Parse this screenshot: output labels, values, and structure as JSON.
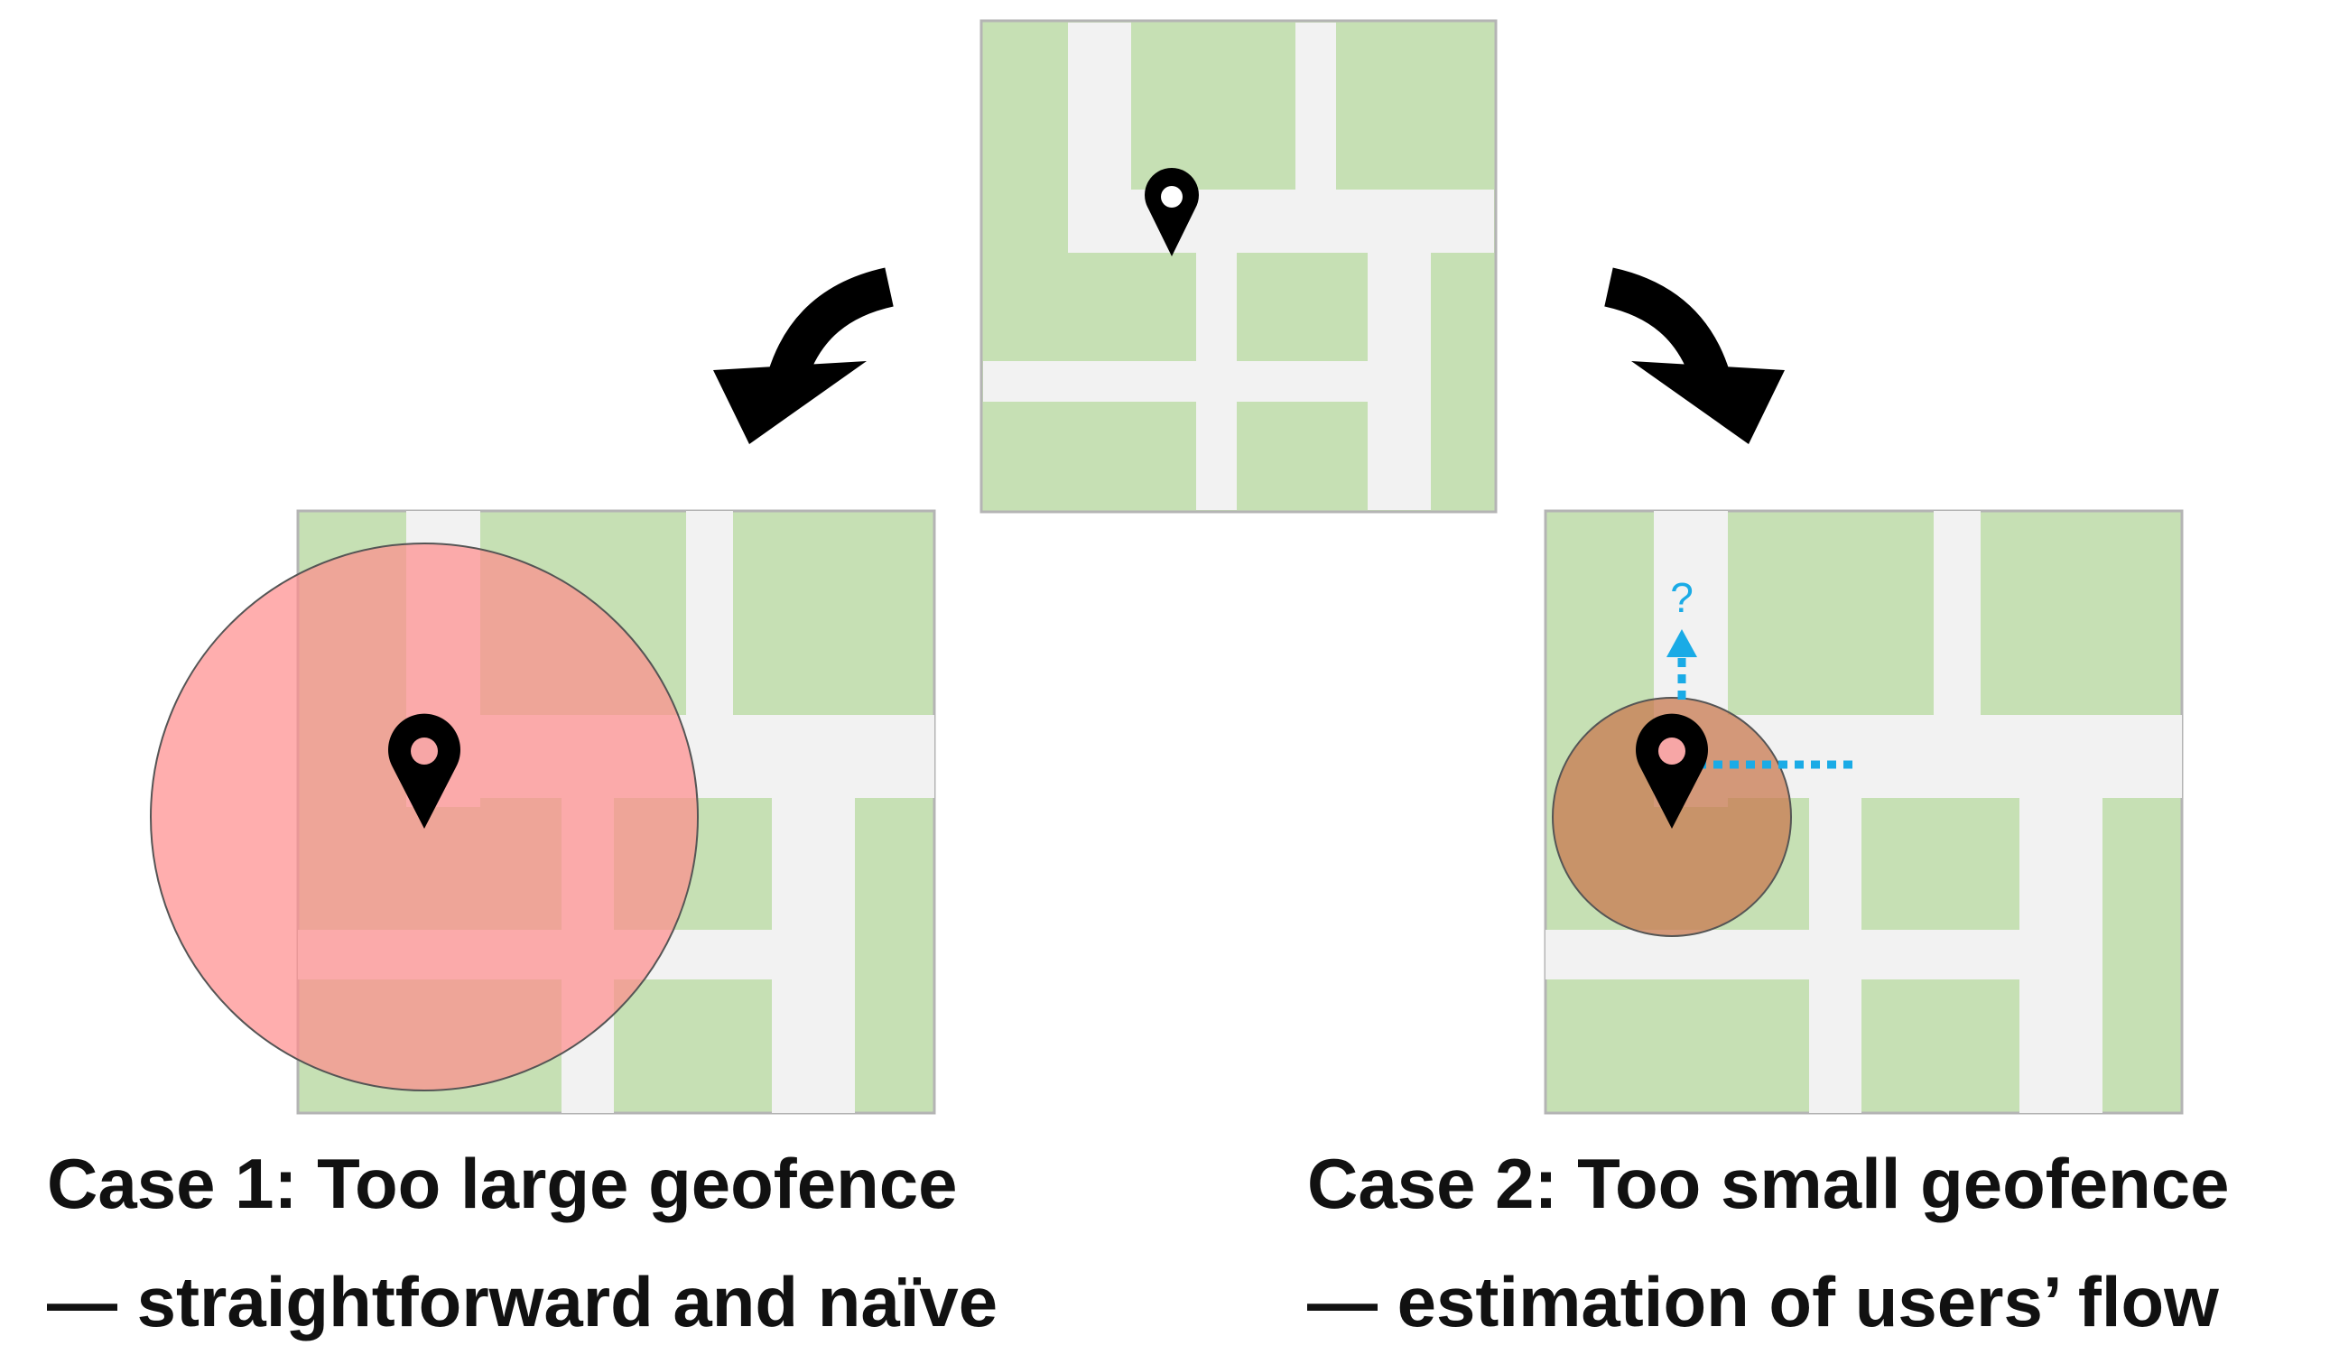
{
  "colors": {
    "block_fill": "#c6e0b4",
    "road_fill": "#f2f2f2",
    "map_border": "#b4b4b4",
    "large_geofence_fill": "#ff9a9a",
    "small_geofence_fill": "#c87a50",
    "pin_fill": "#000000",
    "pin_hole_fill": "#f7a6a6",
    "flow_arrow": "#1aabe6",
    "curved_arrow": "#000000"
  },
  "icons": {
    "location_pin": "map-pin-icon",
    "curved_arrow": "curved-arrow-icon",
    "flow_arrow": "dotted-arrow-icon"
  },
  "flow": {
    "unknown_direction_label": "?"
  },
  "cases": [
    {
      "caption_line1": "Case 1: Too large geofence",
      "caption_line2": "— straightforward and naïve"
    },
    {
      "caption_line1": "Case 2: Too small geofence",
      "caption_line2": "— estimation of users’ flow"
    }
  ]
}
